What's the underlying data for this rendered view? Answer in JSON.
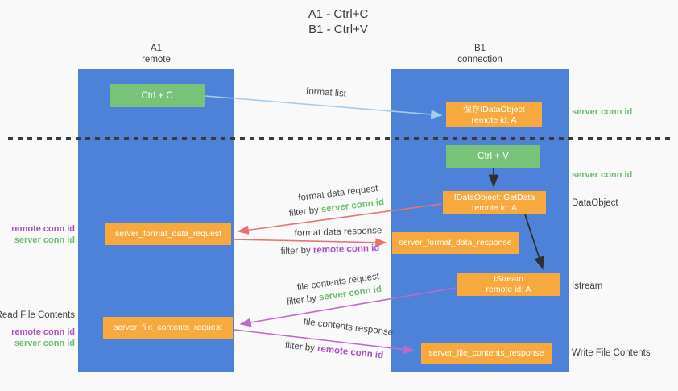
{
  "title": {
    "line1": "A1 - Ctrl+C",
    "line2": "B1 - Ctrl+V"
  },
  "lanes": {
    "left": {
      "id": "A1",
      "name": "remote"
    },
    "right": {
      "id": "B1",
      "name": "connection"
    }
  },
  "nodes": {
    "ctrl_c": {
      "label": "Ctrl + C"
    },
    "save_idataobject": {
      "line1": "保存IDataObject",
      "line2": "remote id: A"
    },
    "ctrl_v": {
      "label": "Ctrl + V"
    },
    "getdata": {
      "line1": "IDataObject::GetData",
      "line2": "remote id: A"
    },
    "format_request": {
      "label": "server_format_data_request"
    },
    "format_response": {
      "label": "server_format_data_response"
    },
    "istream": {
      "line1": "IStream",
      "line2": "remote id: A"
    },
    "file_request": {
      "label": "server_file_contents_request"
    },
    "file_response": {
      "label": "server_file_contents_response"
    }
  },
  "left_labels": {
    "remote_conn_id_1": "remote conn id",
    "server_conn_id_1": "server conn id",
    "read_file_contents": "Read File Contents",
    "remote_conn_id_2": "remote conn id",
    "server_conn_id_2": "server conn id"
  },
  "right_labels": {
    "server_conn_id_1": "server conn id",
    "server_conn_id_2": "server conn id",
    "dataobject": "DataObject",
    "istream": "Istream",
    "write_file_contents": "Write File Contents"
  },
  "arrow_labels": {
    "format_list": "format list",
    "format_request": {
      "line1": "format data request",
      "prefix": "filter by",
      "key": "server conn id"
    },
    "format_response": {
      "line1": "format data response",
      "prefix": "filter by",
      "key": "remote conn id"
    },
    "file_request": {
      "line1": "file contents request",
      "prefix": "filter by",
      "key": "server conn id"
    },
    "file_response": {
      "line1": "file contents response",
      "prefix": "filter by",
      "key": "remote conn id"
    }
  },
  "colors": {
    "background": "#f9f9f9",
    "lane_blue": "#4d82d8",
    "node_green": "#79c279",
    "node_orange": "#f8a93d",
    "arrow_light_blue": "#a3cde9",
    "arrow_red": "#e87373",
    "arrow_magenta": "#bc6bca",
    "arrow_black": "#2f2f2f",
    "text_green": "#6dbe6d",
    "text_purple": "#a951c4",
    "text_dark": "#3c3c3c"
  }
}
